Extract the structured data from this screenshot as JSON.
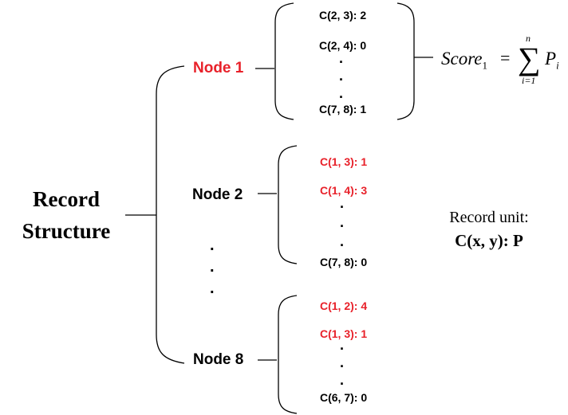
{
  "colors": {
    "highlight": "#e8212a",
    "text": "#000000"
  },
  "root": {
    "line1": "Record",
    "line2": "Structure"
  },
  "nodes": {
    "node1": {
      "label": "Node 1",
      "color": "#e8212a",
      "records": [
        {
          "text": "C(2, 3): 2",
          "color": "#000000"
        },
        {
          "text": "C(2, 4): 0",
          "color": "#000000"
        },
        {
          "text": "C(7, 8): 1",
          "color": "#000000"
        }
      ]
    },
    "node2": {
      "label": "Node 2",
      "color": "#000000",
      "records": [
        {
          "text": "C(1, 3): 1",
          "color": "#e8212a"
        },
        {
          "text": "C(1, 4): 3",
          "color": "#e8212a"
        },
        {
          "text": "C(7, 8): 0",
          "color": "#000000"
        }
      ]
    },
    "node8": {
      "label": "Node 8",
      "color": "#000000",
      "records": [
        {
          "text": "C(1, 2): 4",
          "color": "#e8212a"
        },
        {
          "text": "C(1, 3): 1",
          "color": "#e8212a"
        },
        {
          "text": "C(6, 7): 0",
          "color": "#000000"
        }
      ]
    }
  },
  "ellipsis_dot": ".",
  "score": {
    "lhs": "Score",
    "lhs_sub": "1",
    "equals": "=",
    "sigma": "∑",
    "upper": "n",
    "lower": "i=1",
    "term": "P",
    "term_sub": "i"
  },
  "record_unit": {
    "caption": "Record unit:",
    "formula": "C(x, y): P"
  }
}
